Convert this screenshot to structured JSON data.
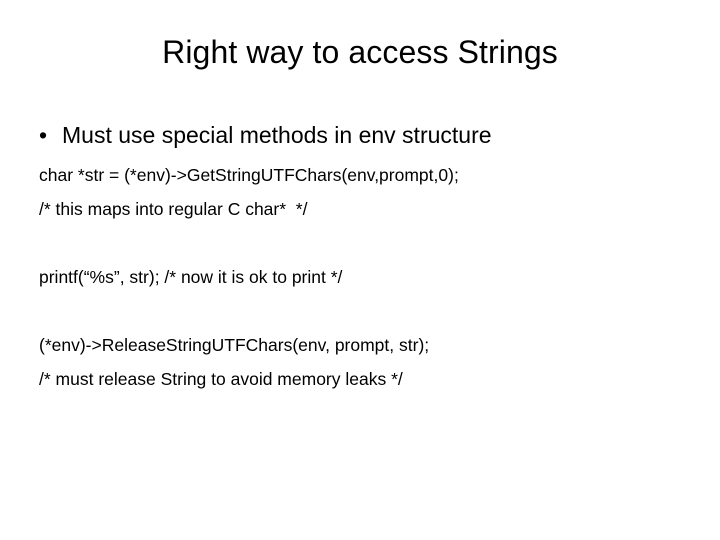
{
  "slide": {
    "title": "Right way to access Strings",
    "background_color": "#ffffff",
    "text_color": "#000000",
    "bullet": {
      "marker": "•",
      "text": "Must use special methods in env structure"
    },
    "code_groups": [
      {
        "lines": [
          "char *str = (*env)->GetStringUTFChars(env,prompt,0);",
          "/* this maps into regular C char*  */"
        ]
      },
      {
        "lines": [
          "printf(“%s”, str); /* now it is ok to print */"
        ]
      },
      {
        "lines": [
          "(*env)->ReleaseStringUTFChars(env, prompt, str);",
          "/* must release String to avoid memory leaks */"
        ]
      }
    ]
  }
}
